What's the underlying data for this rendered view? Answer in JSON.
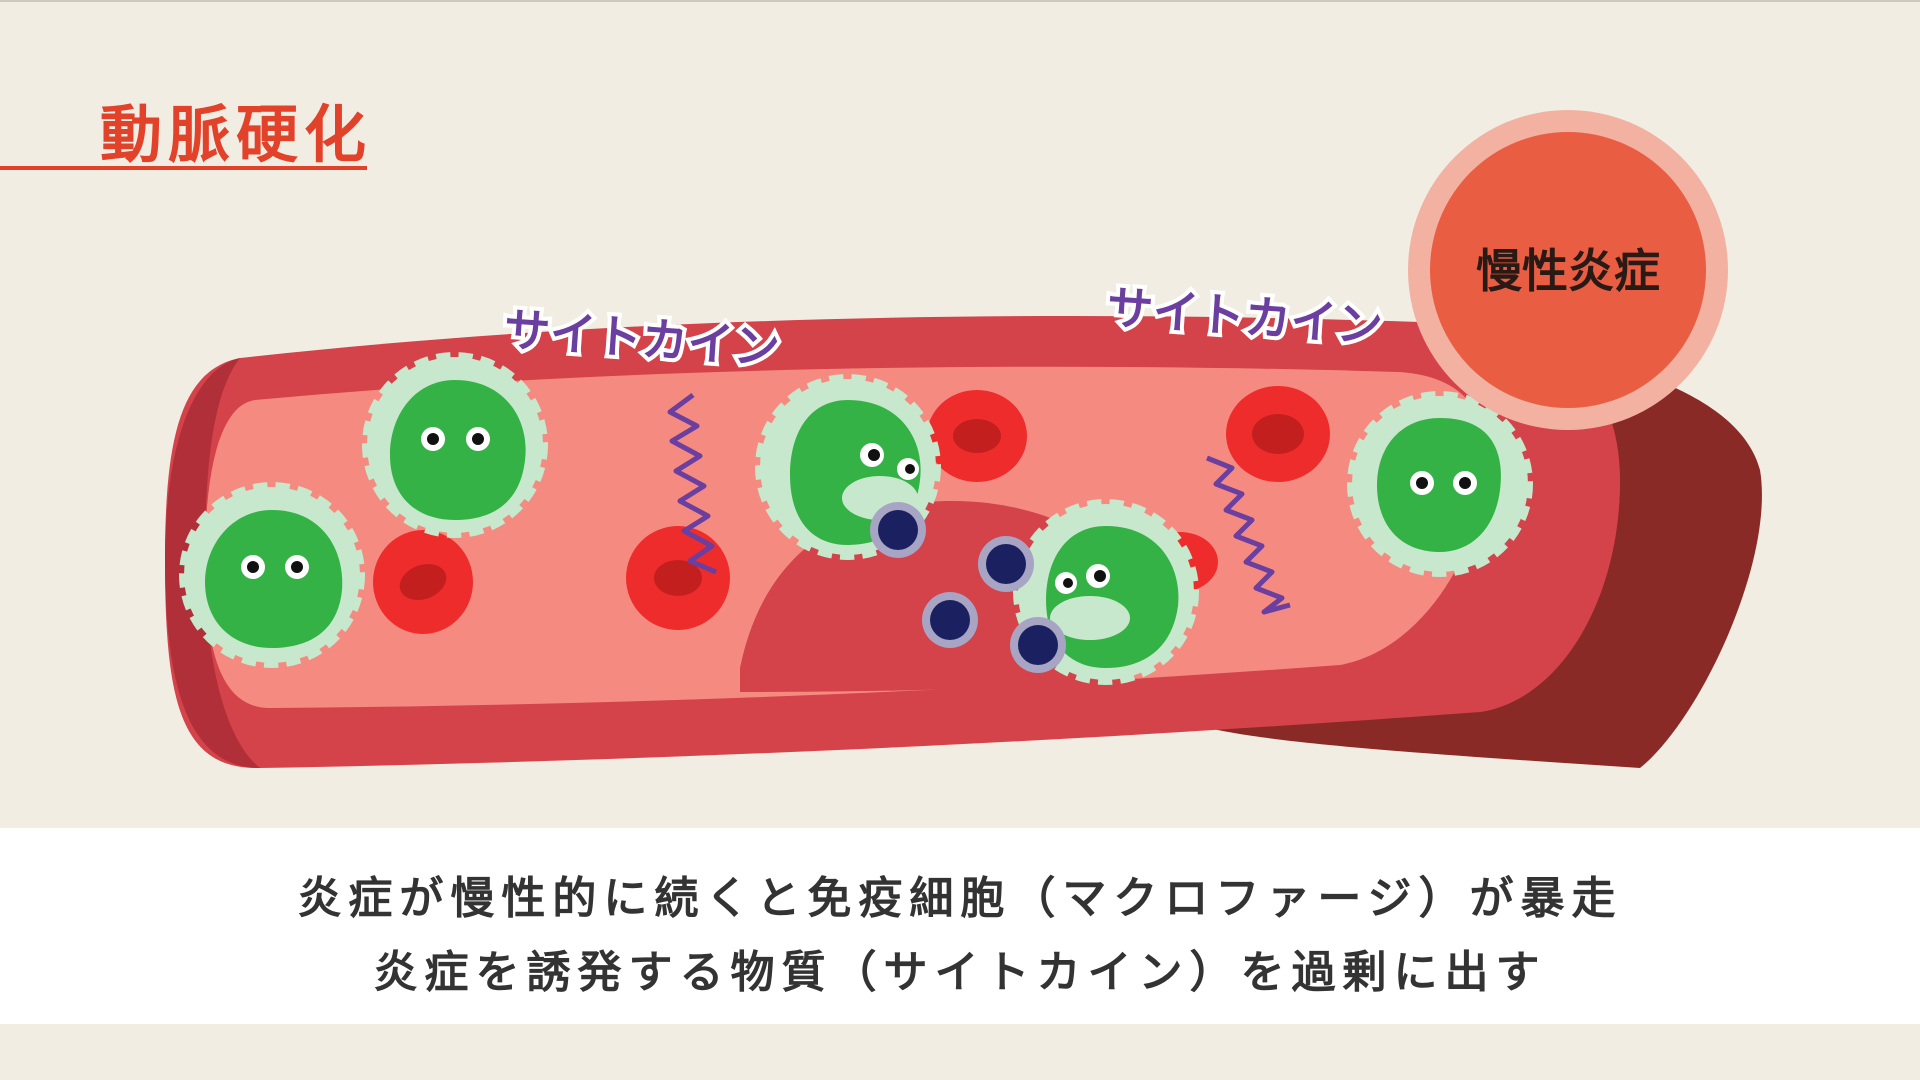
{
  "title": "動脈硬化",
  "labels": {
    "cytokine_left": "サイトカイン",
    "cytokine_right": "サイトカイン",
    "chronic_inflammation": "慢性炎症"
  },
  "caption": {
    "line1": "炎症が慢性的に続くと免疫細胞（マクロファージ）が暴走",
    "line2": "炎症を誘発する物質（サイトカイン）を過剰に出す"
  },
  "colors": {
    "title_red": "#e2412a",
    "vessel_wall": "#d4424a",
    "vessel_dark": "#8a2a26",
    "vessel_inner": "#f58b80",
    "plaque": "#d4424a",
    "macrophage": "#35b246",
    "macrophage_halo": "#c7e8cd",
    "red_blood_cell": "#ee2c2c",
    "immune_particle": "#1b2060",
    "cytokine": "#6a3fa0",
    "inflammation_circle": "#e95e43"
  }
}
